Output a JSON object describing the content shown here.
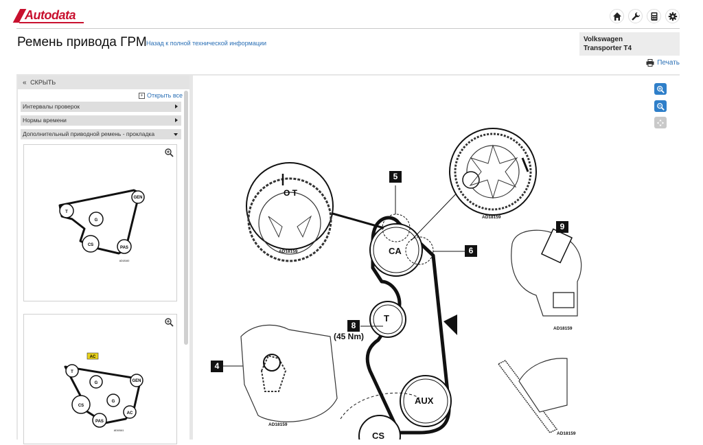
{
  "header": {
    "logo_text": "Autodata",
    "brand_color": "#c8102e",
    "icons": [
      "home-icon",
      "wrench-icon",
      "calculator-icon",
      "gear-icon"
    ]
  },
  "page": {
    "title": "Ремень привода ГРМ",
    "back_link": "Назад к полной технической информации",
    "vehicle_make": "Volkswagen",
    "vehicle_model": "Transporter T4",
    "print_label": "Печать"
  },
  "sidebar": {
    "hide_label": "СКРЫТЬ",
    "open_all_label": "Открыть все",
    "items": [
      {
        "label": "Интервалы проверок",
        "expanded": false
      },
      {
        "label": "Нормы времени",
        "expanded": false
      },
      {
        "label": "Дополнительный приводной ремень - прокладка",
        "expanded": true
      }
    ],
    "thumb1": {
      "pulleys": [
        "T",
        "G",
        "GEN",
        "CS",
        "PAS"
      ],
      "code": "AD18160"
    },
    "thumb2": {
      "badge": "AC",
      "pulleys": [
        "T",
        "G",
        "GEN",
        "CS",
        "G",
        "AC",
        "PAS"
      ],
      "code": "AD18161"
    }
  },
  "viewer": {
    "tools": [
      "zoom-in-icon",
      "zoom-out-icon",
      "fit-icon"
    ],
    "accent_color": "#2f7fc9",
    "callouts": [
      "5",
      "6",
      "9",
      "8",
      "4"
    ],
    "pulley_labels": {
      "ca": "CA",
      "t": "T",
      "aux": "AUX",
      "cs": "CS"
    },
    "torque": "(45 Nm)",
    "detail_codes": [
      "AD18159",
      "AD18159",
      "AD18159",
      "AD18159",
      "AD18159"
    ]
  }
}
